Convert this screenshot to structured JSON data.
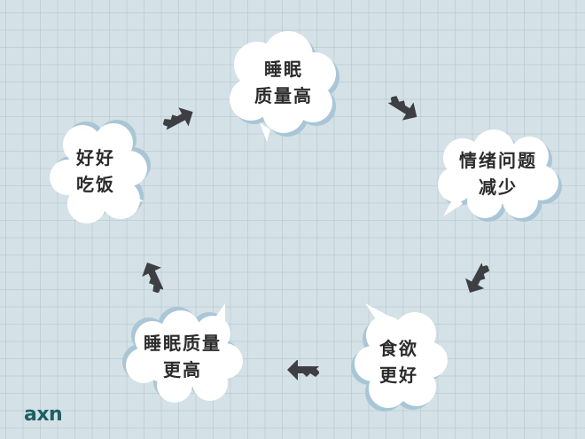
{
  "diagram": {
    "type": "cycle",
    "nodes": [
      {
        "id": "sleep_quality_high",
        "lines": [
          "睡眠",
          "质量高"
        ]
      },
      {
        "id": "emotional_issues_reduced",
        "lines": [
          "情绪问题",
          "减少"
        ]
      },
      {
        "id": "better_appetite",
        "lines": [
          "食欲",
          "更好"
        ]
      },
      {
        "id": "sleep_quality_higher",
        "lines": [
          "睡眠质量",
          "更高"
        ]
      },
      {
        "id": "eat_well",
        "lines": [
          "好好",
          "吃饭"
        ]
      }
    ],
    "edges": [
      {
        "from": "eat_well",
        "to": "sleep_quality_high"
      },
      {
        "from": "sleep_quality_high",
        "to": "emotional_issues_reduced"
      },
      {
        "from": "emotional_issues_reduced",
        "to": "better_appetite"
      },
      {
        "from": "better_appetite",
        "to": "sleep_quality_higher"
      },
      {
        "from": "sleep_quality_higher",
        "to": "eat_well"
      }
    ]
  },
  "colors": {
    "background": "#d4e1e7",
    "cloud_fill": "#ffffff",
    "cloud_shadow": "#a9c6d6",
    "text": "#2b2b2b",
    "arrow": "#3e3f42",
    "logo": "#1f5f63"
  },
  "logo": {
    "text": "axn"
  }
}
